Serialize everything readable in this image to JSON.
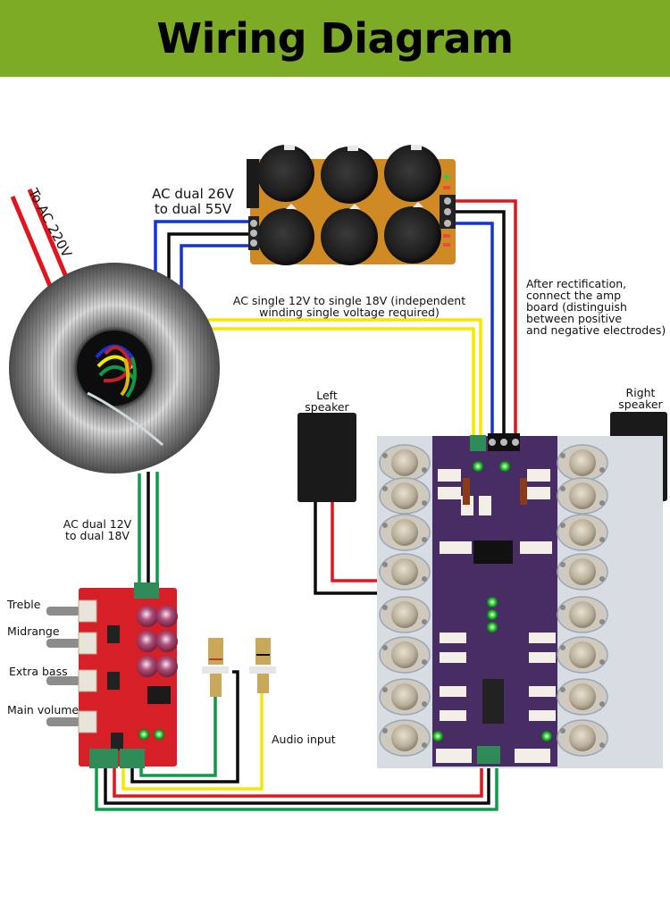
{
  "title": "Wiring Diagram",
  "colors": {
    "header_bg": "#7dab26",
    "wire_red": "#e3141b",
    "wire_black": "#0a0a0a",
    "wire_blue": "#1233d6",
    "wire_yellow": "#f5e800",
    "wire_green": "#0f9a48"
  },
  "labels": {
    "ac_220v": "To AC 220V",
    "ac_dual_26v": [
      "AC dual 26V",
      "to dual 55V"
    ],
    "ac_single_12v": [
      "AC single 12V to single 18V (independent",
      "winding single voltage required)"
    ],
    "after_rectification": [
      "After rectification,",
      "connect the amp",
      "board (distinguish",
      "between positive",
      "and negative electrodes)"
    ],
    "left_speaker": [
      "Left",
      "speaker"
    ],
    "right_speaker": [
      "Right",
      "speaker"
    ],
    "ac_dual_12v": [
      "AC dual 12V",
      "to dual 18V"
    ],
    "audio_input": "Audio input"
  },
  "tone_controls": [
    {
      "label": "Treble"
    },
    {
      "label": "Midrange"
    },
    {
      "label": "Extra bass"
    },
    {
      "label": "Main volume"
    }
  ],
  "components": {
    "transformer": "toroidal-transformer",
    "rectifier_board": "rectifier-filter-board",
    "preamp_board": "tone-control-preamp-board",
    "amp_board": "power-amplifier-board",
    "rca_jacks": 2,
    "speakers": 2
  }
}
